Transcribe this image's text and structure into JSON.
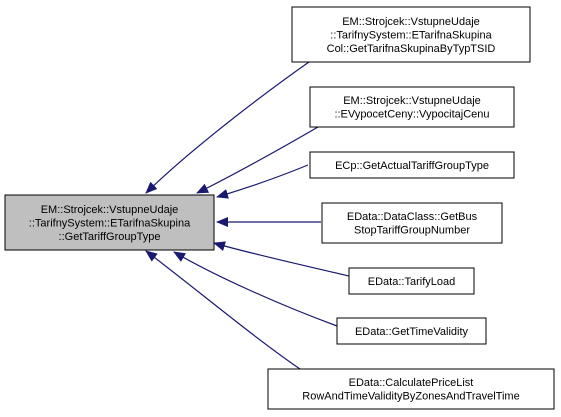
{
  "colors": {
    "focus_fill": "#bfbfbf",
    "node_fill": "#ffffff",
    "border": "#000000",
    "edge": "#191970"
  },
  "focus_node": {
    "lines": [
      "EM::Strojcek::VstupneUdaje",
      "::TarifnySystem::ETarifnaSkupina",
      "::GetTariffGroupType"
    ]
  },
  "caller_nodes": [
    {
      "id": "get-tarifna-skupina-by-typ-tsid",
      "lines": [
        "EM::Strojcek::VstupneUdaje",
        "::TarifnySystem::ETarifnaSkupina",
        "Col::GetTarifnaSkupinaByTypTSID"
      ]
    },
    {
      "id": "vypocitaj-cenu",
      "lines": [
        "EM::Strojcek::VstupneUdaje",
        "::EVypocetCeny::VypocitajCenu"
      ]
    },
    {
      "id": "get-actual-tariff-group-type",
      "lines": [
        "ECp::GetActualTariffGroupType"
      ]
    },
    {
      "id": "get-bus-stop-tariff-group-number",
      "lines": [
        "EData::DataClass::GetBus",
        "StopTariffGroupNumber"
      ]
    },
    {
      "id": "tarify-load",
      "lines": [
        "EData::TarifyLoad"
      ]
    },
    {
      "id": "get-time-validity",
      "lines": [
        "EData::GetTimeValidity"
      ]
    },
    {
      "id": "calculate-price-list",
      "lines": [
        "EData::CalculatePriceList",
        "RowAndTimeValidityByZonesAndTravelTime"
      ]
    }
  ]
}
